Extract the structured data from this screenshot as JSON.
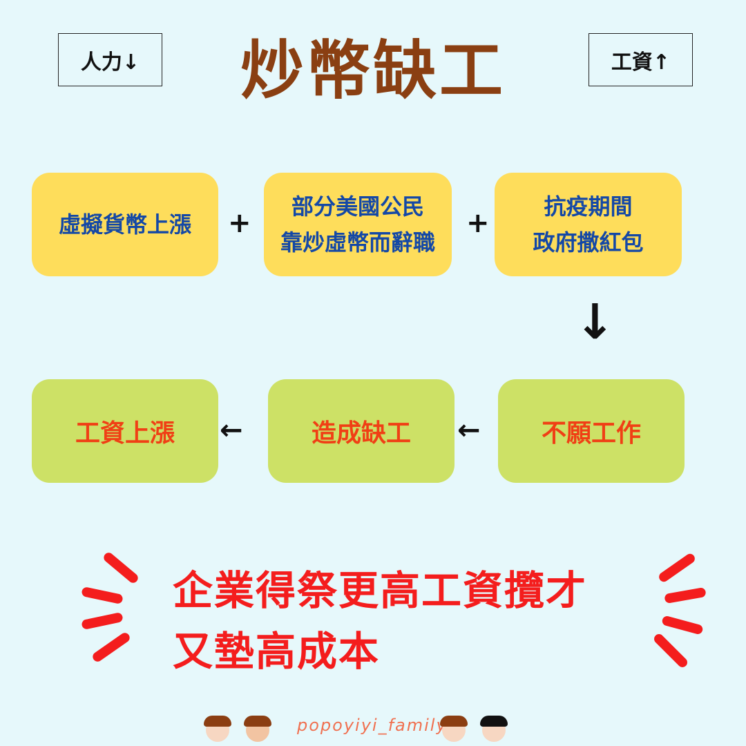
{
  "header": {
    "title": "炒幣缺工",
    "left_tag": "人力↓",
    "right_tag": "工資↑"
  },
  "causes": [
    {
      "lines": [
        "虛擬貨幣上漲"
      ]
    },
    {
      "lines": [
        "部分美國公民",
        "靠炒虛幣而辭職"
      ]
    },
    {
      "lines": [
        "抗疫期間",
        "政府撒紅包"
      ]
    }
  ],
  "operators": {
    "plus": "+",
    "down": "↓",
    "left": "←"
  },
  "effects": [
    {
      "label": "工資上漲"
    },
    {
      "label": "造成缺工"
    },
    {
      "label": "不願工作"
    }
  ],
  "conclusion": {
    "line1": "企業得祭更高工資攬才",
    "line2": "又墊高成本"
  },
  "footer": {
    "signature": "popoyiyi_family"
  },
  "colors": {
    "background": "#e6f8fb",
    "yellow_box": "#fedd5b",
    "green_box": "#cde166",
    "title": "#8a3f12",
    "accent_red": "#f41d1d",
    "blue_text": "#1448a6"
  }
}
